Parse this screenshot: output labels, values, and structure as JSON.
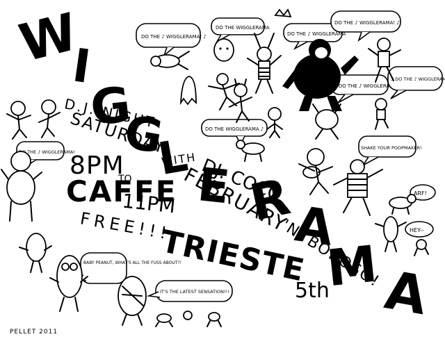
{
  "title_letters": [
    "W",
    "I",
    "G",
    "G",
    "L",
    "E",
    "R",
    "A",
    "M",
    "A"
  ],
  "event": {
    "dj_night": "D.J. NIGHT",
    "day": "SATURDAY",
    "with": "WITH",
    "time_start": "8PM",
    "to": "TO",
    "time_end": "11PM",
    "venue_1": "CAFFE",
    "venue_2": "TRIESTE",
    "free": "FREE!!!",
    "month": "FEBRUARY",
    "date": "5th",
    "dj_name_1": "DJ. COCO",
    "dj_name_2": "'N' BOBOSO!"
  },
  "bubbles": {
    "b1": "DO THE ♪ WIGGLERAMA! ♪",
    "b2": "DO THE WIGGLERAMA",
    "b3": "DO THE ♪ WIGGLERAMA",
    "b4": "DO THE ♪ WIGGLERAMA! ♪",
    "b5": "♪ DO THE ♪ WIGGLERAMA ♪",
    "b6": "♪ DO THE ♪ WIGGLERAMA! ♪",
    "b7": "DO THE WIGGLERAMA ♪",
    "b8": "DO THE ♪ WIGGLERAMA!",
    "b9": "SHAKE YOUR POOPMAKER!",
    "b10": "ARF!",
    "b11": "HEY--",
    "b12": "BABY PEANUT, WHAT'S ALL THE FUSS ABOUT?!",
    "b13": "IT'S THE LATEST SENSATION!!!"
  },
  "signature": "PELLET 2011"
}
